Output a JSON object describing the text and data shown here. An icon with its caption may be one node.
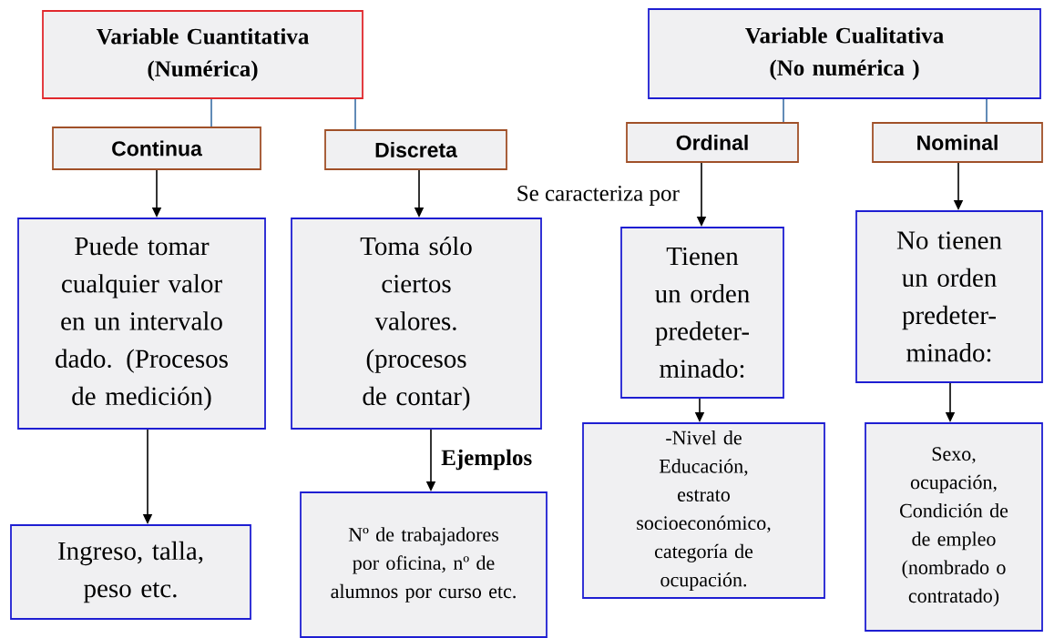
{
  "diagram": {
    "nodes": [
      {
        "text": [
          "Variable Cuantitativa (Numérica)"
        ]
      },
      {
        "text": [
          "Variable Cualitativa (No numérica )"
        ]
      },
      {
        "text": [
          "Continua"
        ]
      },
      {
        "text": [
          "Discreta"
        ]
      },
      {
        "text": [
          "Ordinal"
        ]
      },
      {
        "text": [
          "Nominal"
        ]
      },
      {
        "text": [
          "Puede tomar cualquier valor en un intervalo dado. (Procesos de medición)"
        ]
      },
      {
        "text": [
          "Toma sólo ciertos valores. (procesos de contar)"
        ]
      },
      {
        "text": [
          "Tienen un orden predeter- minado:"
        ]
      },
      {
        "text": [
          "No tienen un orden predeter- minado:"
        ]
      },
      {
        "text": [
          "Ingreso, talla, peso etc."
        ]
      },
      {
        "text": [
          "Nº de trabajadores por oficina, nº de alumnos por curso etc."
        ]
      },
      {
        "text": [
          "-Nivel de Educación, estrato socioeconómico, categoría de ocupación."
        ]
      },
      {
        "text": [
          "Sexo, ocupación, Condición de de empleo (nombrado o contratado)"
        ]
      }
    ],
    "edges": [
      {
        "from": 0,
        "to": 2,
        "arrow": "none",
        "color": "#3a6ea5"
      },
      {
        "from": 0,
        "to": 3,
        "arrow": "none",
        "color": "#3a6ea5"
      },
      {
        "from": 1,
        "to": 4,
        "arrow": "none",
        "color": "#3a6ea5"
      },
      {
        "from": 1,
        "to": 5,
        "arrow": "none",
        "color": "#3a6ea5"
      },
      {
        "from": 2,
        "to": 6,
        "arrow": "to"
      },
      {
        "from": 3,
        "to": 7,
        "arrow": "to"
      },
      {
        "from": 4,
        "to": 8,
        "arrow": "to",
        "label": "Se caracteriza por"
      },
      {
        "from": 5,
        "to": 9,
        "arrow": "to"
      },
      {
        "from": 6,
        "to": 10,
        "arrow": "to"
      },
      {
        "from": 7,
        "to": 11,
        "arrow": "to",
        "label": "Ejemplos"
      },
      {
        "from": 8,
        "to": 12,
        "arrow": "to"
      },
      {
        "from": 9,
        "to": 13,
        "arrow": "to"
      }
    ]
  }
}
